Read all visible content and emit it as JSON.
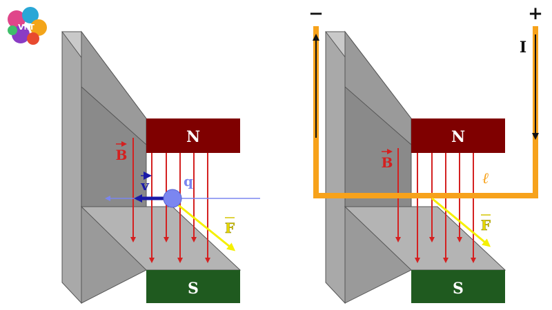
{
  "logo": {
    "text": "VnT"
  },
  "left_figure": {
    "north_label": "N",
    "south_label": "S",
    "field_label": "B",
    "velocity_label": "v",
    "charge_label": "q",
    "force_label": "F"
  },
  "right_figure": {
    "north_label": "N",
    "south_label": "S",
    "field_label": "B",
    "force_label": "F",
    "current_label": "I",
    "length_label": "ℓ",
    "minus_label": "−",
    "plus_label": "+"
  },
  "colors": {
    "magnet_body": "#a7a7a7",
    "north_pole": "#7f0000",
    "south_pole": "#1f5a1f",
    "field": "#d42020",
    "velocity": "#1a1aa8",
    "charge": "#7b86f0",
    "force": "#f5f000",
    "wire": "#f7a21b"
  }
}
